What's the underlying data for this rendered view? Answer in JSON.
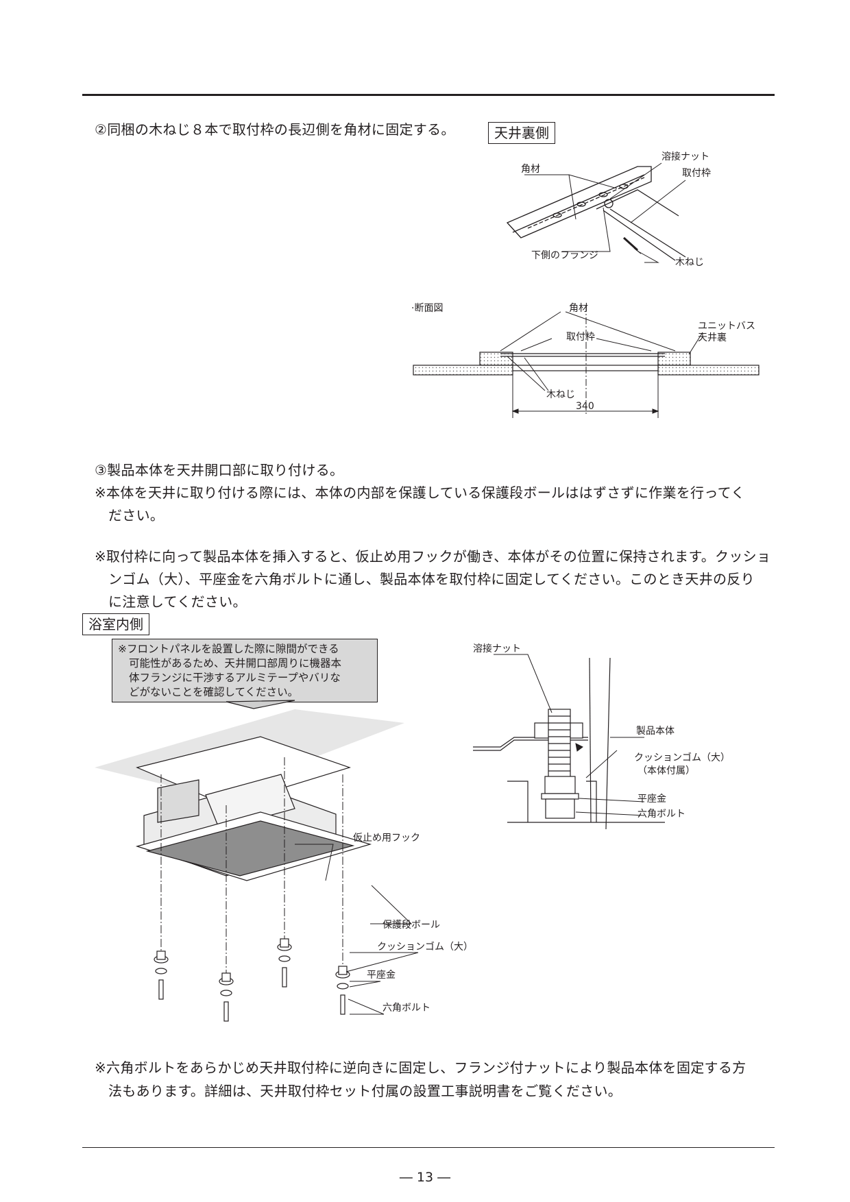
{
  "step2": {
    "text": "②同梱の木ねじ８本で取付枠の長辺側を角材に固定する。",
    "view_label": "天井裏側",
    "fig1": {
      "kakuzai": "角材",
      "yosetsu_nut": "溶接ナット",
      "toritsukewaku": "取付枠",
      "flange": "下側のフランジ",
      "mokuneji": "木ねじ"
    },
    "fig2": {
      "title": "·断面図",
      "kakuzai": "角材",
      "toritsukewaku": "取付枠",
      "unit_bath_1": "ユニットバス",
      "unit_bath_2": "天井裏",
      "mokuneji": "木ねじ",
      "dimension": "340"
    }
  },
  "step3": {
    "text": "③製品本体を天井開口部に取り付ける。",
    "note1_line1": "※本体を天井に取り付ける際には、本体の内部を保護している保護段ボールははずさずに作業を行ってく",
    "note1_line2": "ださい。",
    "note2_line1": "※取付枠に向って製品本体を挿入すると、仮止め用フックが働き、本体がその位置に保持されます。クッショ",
    "note2_line2": "ンゴム（大）、平座金を六角ボルトに通し、製品本体を取付枠に固定してください。このとき天井の反り",
    "note2_line3": "に注意してください。",
    "view_label": "浴室内側"
  },
  "callout": {
    "line1": "※フロントパネルを設置した際に隙間ができる",
    "line2": "可能性があるため、天井開口部周りに機器本",
    "line3": "体フランジに干渉するアルミテープやバリな",
    "line4": "どがないことを確認してください。"
  },
  "fig3": {
    "hook": "仮止め用フック",
    "cardboard": "保護段ボール",
    "cushion": "クッションゴム（大）",
    "washer": "平座金",
    "bolt": "六角ボルト"
  },
  "fig4": {
    "yosetsu_nut": "溶接ナット",
    "body": "製品本体",
    "cushion_1": "クッションゴム（大）",
    "cushion_2": "（本体付属）",
    "washer": "平座金",
    "bolt": "六角ボルト"
  },
  "bottom_note": {
    "line1": "※六角ボルトをあらかじめ天井取付枠に逆向きに固定し、フランジ付ナットにより製品本体を固定する方",
    "line2": "法もあります。詳細は、天井取付枠セット付属の設置工事説明書をご覧ください。"
  },
  "page_number": "― 13 ―"
}
